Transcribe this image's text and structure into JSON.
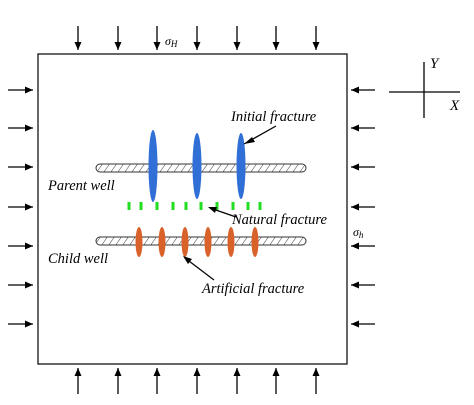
{
  "stress": {
    "sigma_H": "σH",
    "sigma_h": "σh"
  },
  "axes": {
    "y": "Y",
    "x": "X"
  },
  "labels": {
    "initial_fracture": "Initial fracture",
    "parent_well": "Parent well",
    "natural_fracture": "Natural fracture",
    "child_well": "Child well",
    "artificial_fracture": "Artificial fracture"
  },
  "colors": {
    "initial_fracture": "#2f6fd6",
    "natural_fracture": "#22dd22",
    "artificial_fracture": "#d9622b",
    "outline": "#000000"
  },
  "icons": {
    "stress_arrow": "arrow-icon"
  }
}
